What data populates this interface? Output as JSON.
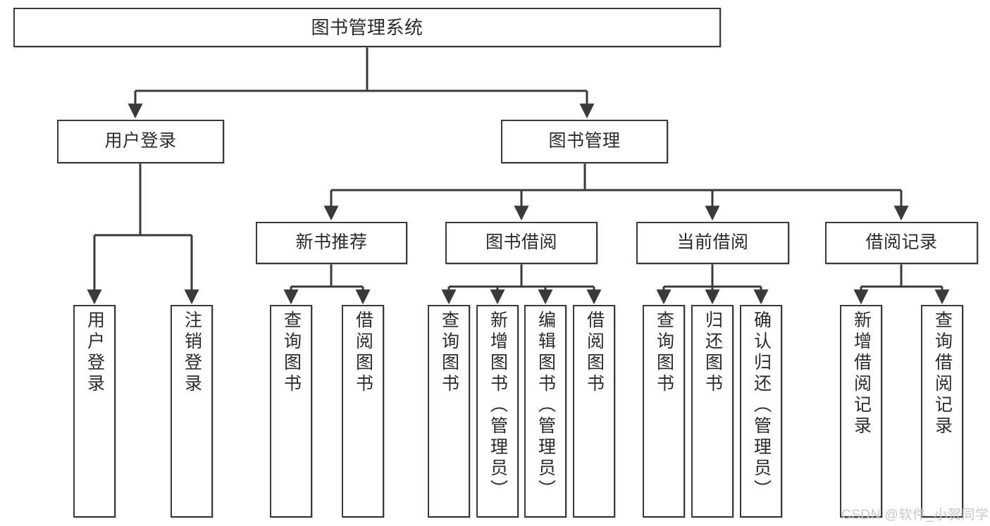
{
  "diagram": {
    "title": "图书管理系统",
    "root": {
      "label": "图书管理系统"
    },
    "level2": [
      {
        "label": "用户登录"
      },
      {
        "label": "图书管理"
      }
    ],
    "level3": [
      {
        "label": "新书推荐"
      },
      {
        "label": "图书借阅"
      },
      {
        "label": "当前借阅"
      },
      {
        "label": "借阅记录"
      }
    ],
    "leaves": {
      "user_login": [
        {
          "label": "用户登录"
        },
        {
          "label": "注销登录"
        }
      ],
      "new_book_recommend": [
        {
          "label": "查询图书"
        },
        {
          "label": "借阅图书"
        }
      ],
      "book_borrow": [
        {
          "label": "查询图书"
        },
        {
          "label": "新增图书（管理员）"
        },
        {
          "label": "编辑图书（管理员）"
        },
        {
          "label": "借阅图书"
        }
      ],
      "current_borrow": [
        {
          "label": "查询图书"
        },
        {
          "label": "归还图书"
        },
        {
          "label": "确认归还（管理员）"
        }
      ],
      "borrow_record": [
        {
          "label": "新增借阅记录"
        },
        {
          "label": "查询借阅记录"
        }
      ]
    }
  },
  "watermark": {
    "text": "CSDN @软件_小贺同学"
  },
  "colors": {
    "stroke": "#3a3a3a",
    "fill": "#ffffff",
    "text": "#2b2b2b",
    "watermark": "#c9c9c9"
  }
}
